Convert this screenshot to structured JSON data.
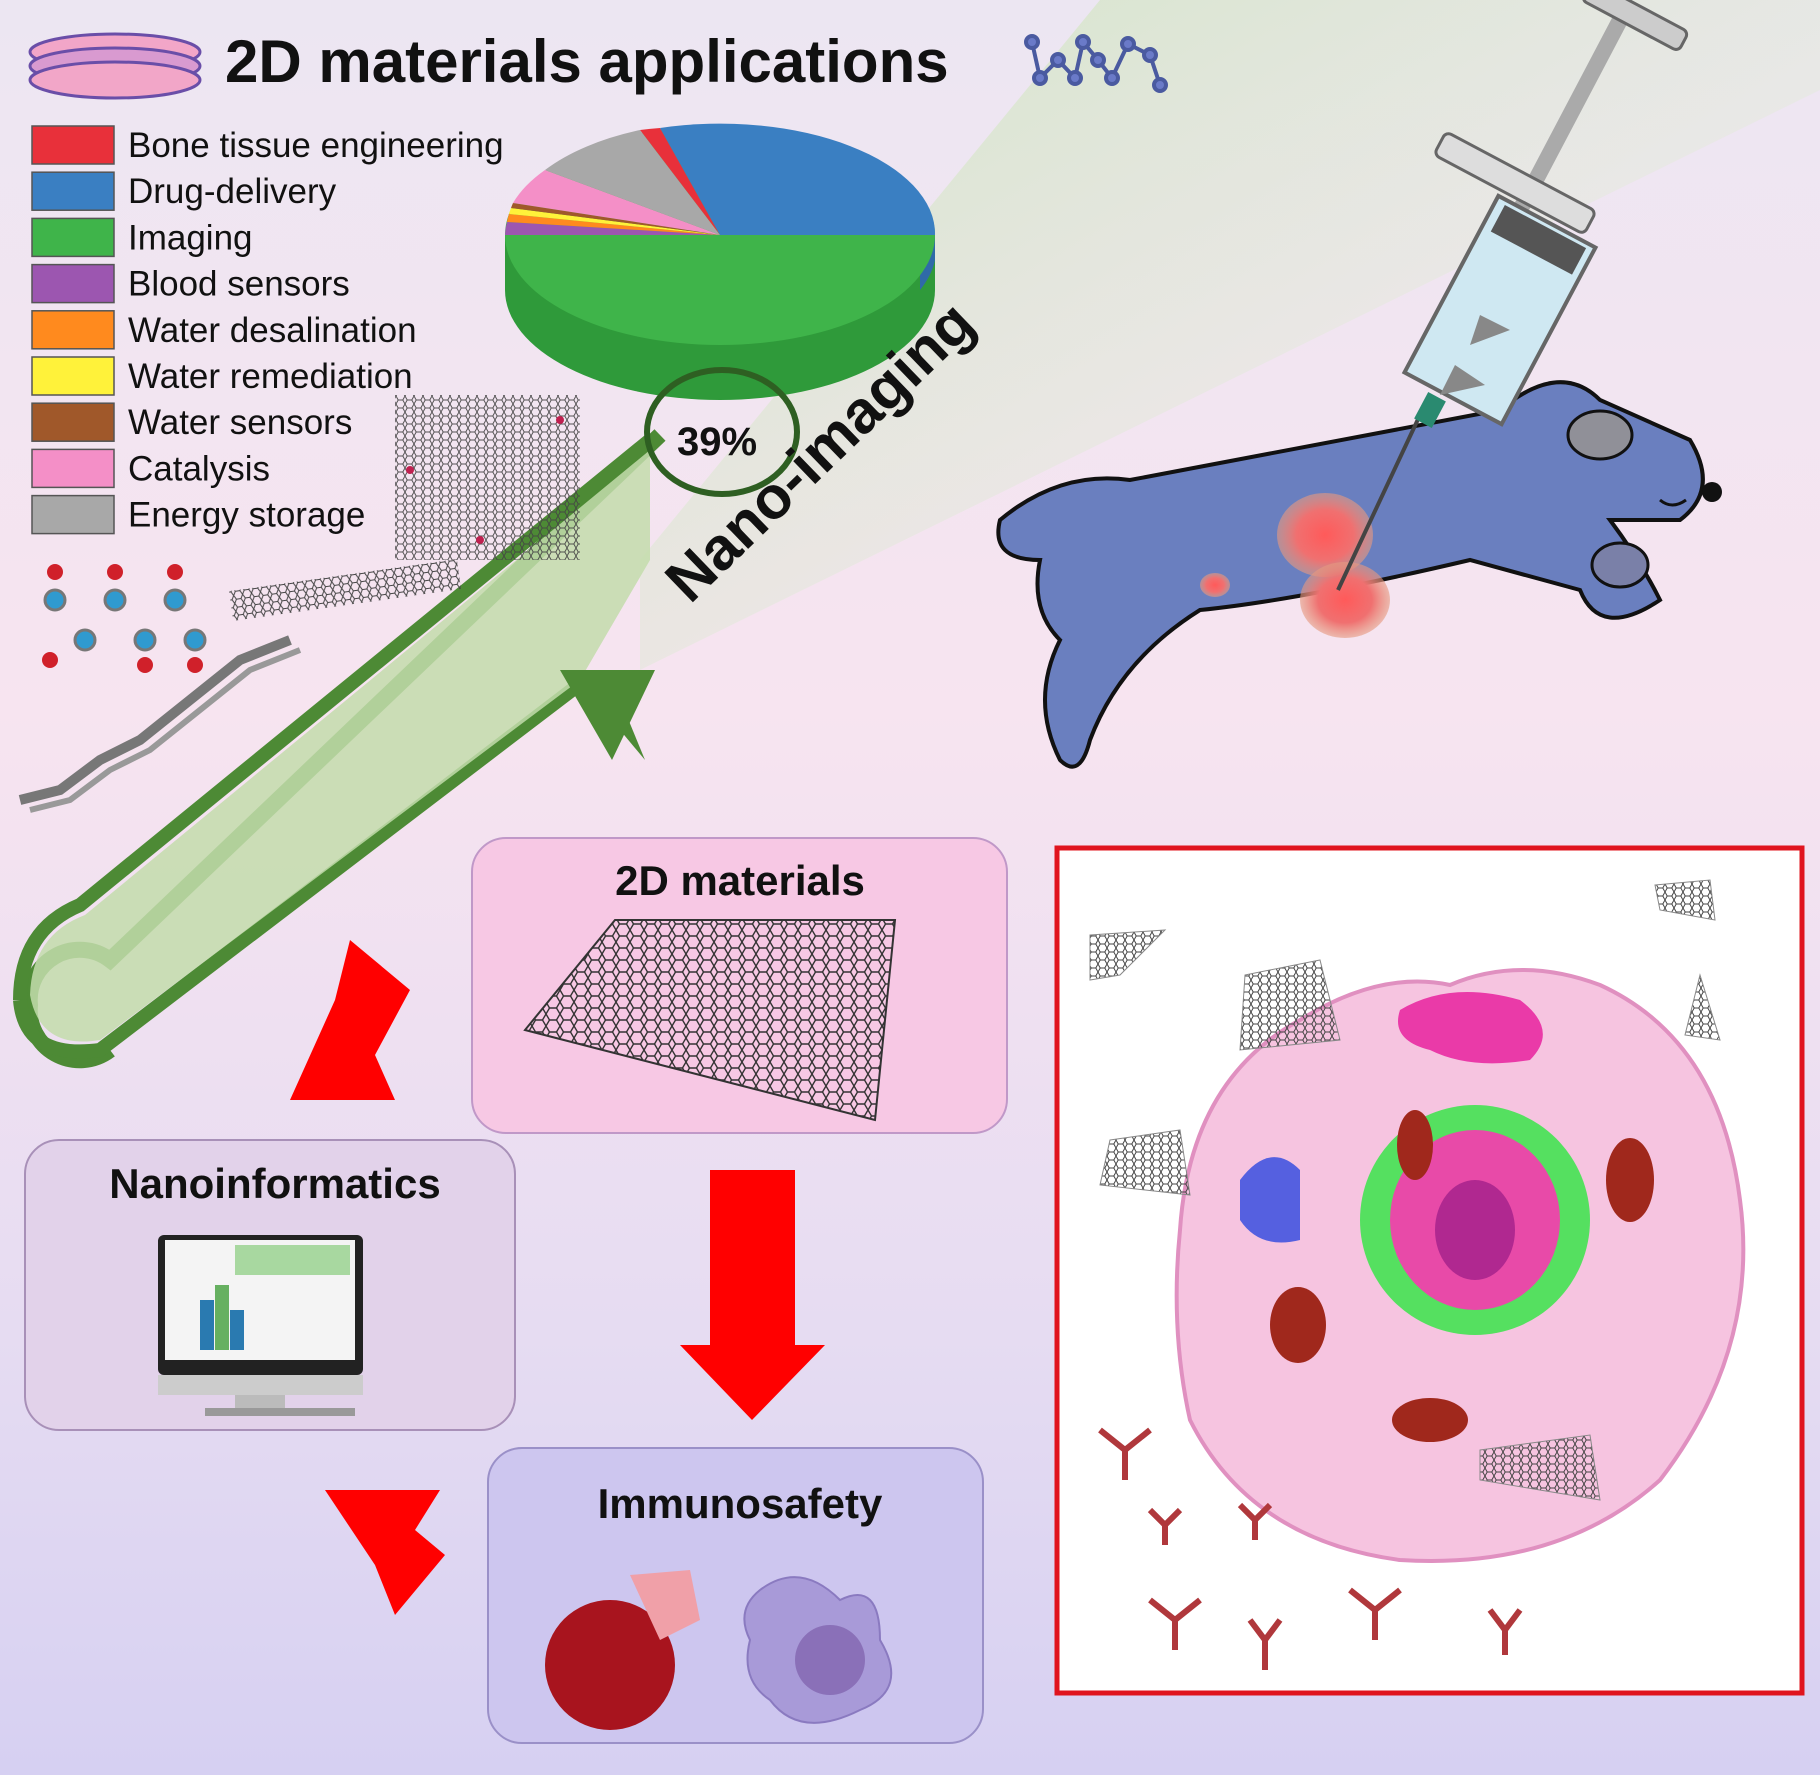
{
  "title": "2D materials applications",
  "legend": [
    {
      "label": "Bone tissue engineering",
      "color": "#e8303a"
    },
    {
      "label": "Drug-delivery",
      "color": "#3a7fc2"
    },
    {
      "label": "Imaging",
      "color": "#3fb44a"
    },
    {
      "label": "Blood sensors",
      "color": "#9c56b0"
    },
    {
      "label": "Water desalination",
      "color": "#ff8a1e"
    },
    {
      "label": "Water remediation",
      "color": "#fff23a"
    },
    {
      "label": "Water sensors",
      "color": "#a0582a"
    },
    {
      "label": "Catalysis",
      "color": "#f48fc7"
    },
    {
      "label": "Energy storage",
      "color": "#a8a8a8"
    }
  ],
  "pie": {
    "imaging_share": "39%"
  },
  "nano_imaging_label": "Nano-imaging",
  "boxes": {
    "materials": "2D materials",
    "nanoinformatics": "Nanoinformatics",
    "immunosafety": "Immunosafety"
  },
  "colors": {
    "arrow_green": "#4d8a35",
    "arrow_red": "#ff0000",
    "frame_red": "#e0141e"
  }
}
